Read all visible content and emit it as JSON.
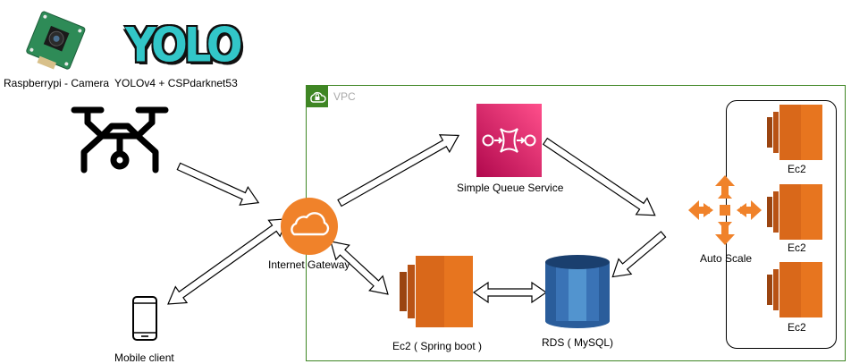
{
  "labels": {
    "camera": "Raspberrypi - Camera",
    "yolo": "YOLOv4 + CSPdarknet53",
    "yolo_logo": "YOLO",
    "vpc": "VPC",
    "sqs": "Simple Queue Service",
    "igw": "Internet Gateway",
    "autoscale": "Auto Scale",
    "ec2_1": "Ec2",
    "ec2_2": "Ec2",
    "ec2_3": "Ec2",
    "ec2_spring": "Ec2 ( Spring boot )",
    "rds": "RDS ( MySQL)",
    "mobile": "Mobile client"
  },
  "colors": {
    "vpc_border": "#3f8624",
    "ec2_orange": "#e7751f",
    "ec2_dark": "#9a4410",
    "sqs_pink": "#e5356c",
    "igw_orange": "#f0822a",
    "rds_blue": "#2a5d9b",
    "yolo_teal": "#32c6c8"
  },
  "icons": [
    "camera-board-icon",
    "yolo-logo",
    "drone-icon",
    "vpc-lock-icon",
    "internet-gateway-icon",
    "sqs-icon",
    "auto-scaling-icon",
    "ec2-icon",
    "rds-icon",
    "mobile-phone-icon"
  ]
}
